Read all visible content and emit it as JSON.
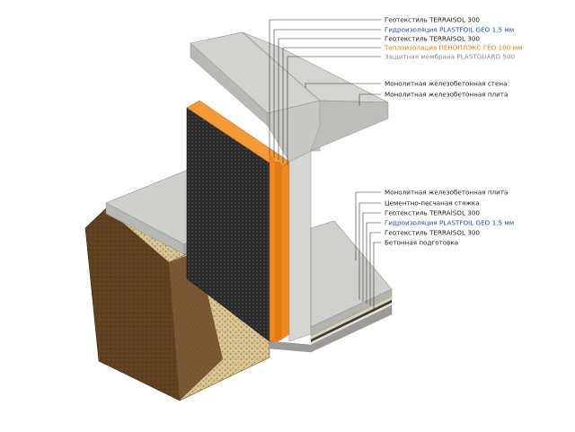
{
  "colors": {
    "default": "#222222",
    "waterproofing": "#1f4fb0",
    "insulation": "#e67a1a",
    "membrane": "#8a8a8a",
    "concrete_light": "#d9d9d6",
    "concrete_mid": "#c4c4c1",
    "concrete_dark": "#a9a9a6",
    "insulation_fill": "#f08a22",
    "membrane_fill": "#2a2a2a",
    "soil_dark": "#5a3b1e",
    "soil_mid": "#6e4a26",
    "gravel": "#d9c59a"
  },
  "labels_top": [
    {
      "text": "Геотекстиль TERRAISOL 300",
      "color": "default"
    },
    {
      "text": "Гидроизоляция PLASTFOIL GEO 1,5 мм",
      "color": "waterproofing"
    },
    {
      "text": "Геотекстиль TERRAISOL 300",
      "color": "default"
    },
    {
      "text": "Теплоизоляция ПЕНОПЛЭКС ГЕО 100 мм",
      "color": "insulation"
    },
    {
      "text": "Защитная мембрана PLASTGUARD 500",
      "color": "membrane"
    }
  ],
  "labels_middle": [
    {
      "text": "Монолитная железобетонная стена",
      "color": "default"
    },
    {
      "text": "Монолитная железобетонная плита",
      "color": "default"
    }
  ],
  "labels_bottom": [
    {
      "text": "Монолитная железобетонная плита",
      "color": "default"
    },
    {
      "text": "Цементно-песчаная стяжка",
      "color": "default"
    },
    {
      "text": "Геотекстиль TERRAISOL 300",
      "color": "default"
    },
    {
      "text": "Гидроизоляция PLASTFOIL GEO 1,5 мм",
      "color": "waterproofing"
    },
    {
      "text": "Геотекстиль TERRAISOL 300",
      "color": "default"
    },
    {
      "text": "Бетонная подготовка",
      "color": "default"
    }
  ]
}
